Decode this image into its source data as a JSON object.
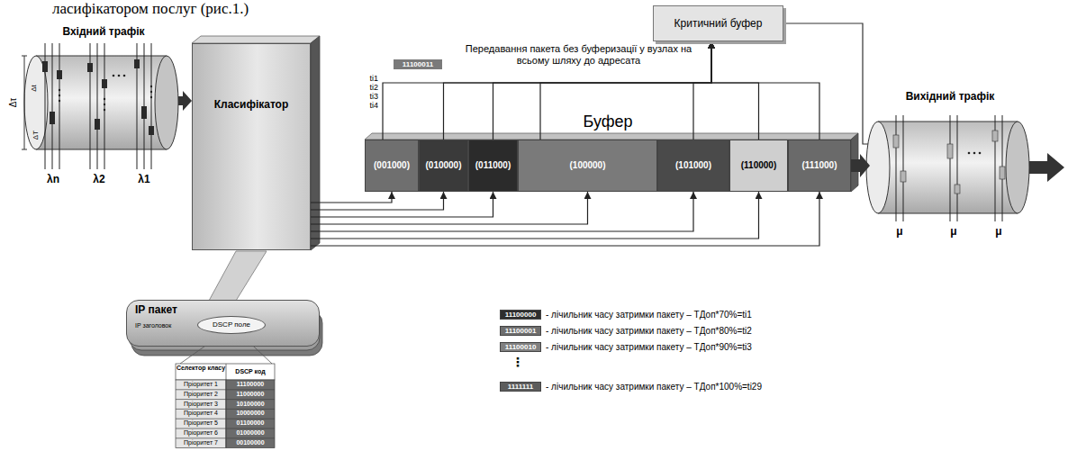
{
  "diagram": {
    "nodes": [
      {
        "text": [
          "Класифікатор"
        ]
      },
      {
        "text": [
          "Критичний буфер"
        ]
      },
      {
        "text": [
          "Буфер"
        ]
      },
      {
        "text": [
          "(001000)"
        ],
        "in": 2
      },
      {
        "text": [
          "(010000)"
        ],
        "in": 2
      },
      {
        "text": [
          "(011000)"
        ],
        "in": 2
      },
      {
        "text": [
          "(100000)"
        ],
        "in": 2
      },
      {
        "text": [
          "(101000)"
        ],
        "in": 2
      },
      {
        "text": [
          "(110000)"
        ],
        "in": 2
      },
      {
        "text": [
          "(111000)"
        ],
        "in": 2
      },
      {
        "text": [
          "IP пакет",
          "IP заголовок"
        ]
      },
      {
        "text": [
          "DSCP поле"
        ],
        "in": 10
      }
    ],
    "edges": [
      {
        "from": 0,
        "to": 3,
        "arrow": "to"
      },
      {
        "from": 0,
        "to": 4,
        "arrow": "to"
      },
      {
        "from": 0,
        "to": 5,
        "arrow": "to"
      },
      {
        "from": 0,
        "to": 6,
        "arrow": "to"
      },
      {
        "from": 0,
        "to": 7,
        "arrow": "to"
      },
      {
        "from": 0,
        "to": 8,
        "arrow": "to"
      },
      {
        "from": 0,
        "to": 9,
        "arrow": "to"
      },
      {
        "from": 3,
        "to": 1,
        "arrow": "to"
      },
      {
        "from": 4,
        "to": 1,
        "arrow": "to"
      },
      {
        "from": 5,
        "to": 1,
        "arrow": "to"
      },
      {
        "from": 6,
        "to": 1,
        "arrow": "to"
      },
      {
        "from": 7,
        "to": 1,
        "arrow": "to"
      },
      {
        "from": 8,
        "to": 1,
        "arrow": "to"
      },
      {
        "from": 9,
        "to": 1,
        "arrow": "to"
      }
    ],
    "labels": [
      "ласифікатором послуг (рис.1.)",
      "Вхідний трафік",
      "Δτ",
      "Δt",
      "ΔT",
      "λn",
      "λ2",
      "λ1",
      "Вихідний трафік",
      "μ",
      "μ",
      "μ",
      "ti1",
      "ti2",
      "ti3",
      "ti4",
      "11100011",
      "Передавання пакета без буферизації у вузлах на всьому шляху до адресата",
      "Селектор класу",
      "DSCP код",
      "Пріоритет 1",
      "11100000",
      "Пріоритет 2",
      "11000000",
      "Пріоритет 3",
      "10100000",
      "Пріоритет 4",
      "10000000",
      "Пріоритет 5",
      "01100000",
      "Пріоритет 6",
      "01000000",
      "Пріоритет 7",
      "00100000",
      "11100000",
      "11100001",
      "11100010",
      "1111111",
      "⋮"
    ],
    "legend": [
      {
        "text": "- лічильник часу затримки пакету – TДоп*70%=ti1",
        "color": "#2e2e2e"
      },
      {
        "text": "- лічильник часу затримки пакету – TДоп*80%=ti2",
        "color": "#6e6e6e"
      },
      {
        "text": "- лічильник часу затримки пакету – TДоп*90%=ti3",
        "color": "#808080"
      },
      {
        "text": "- лічильник часу затримки пакету – TДоп*100%=ti29",
        "color": "#5c5c5c"
      }
    ]
  }
}
